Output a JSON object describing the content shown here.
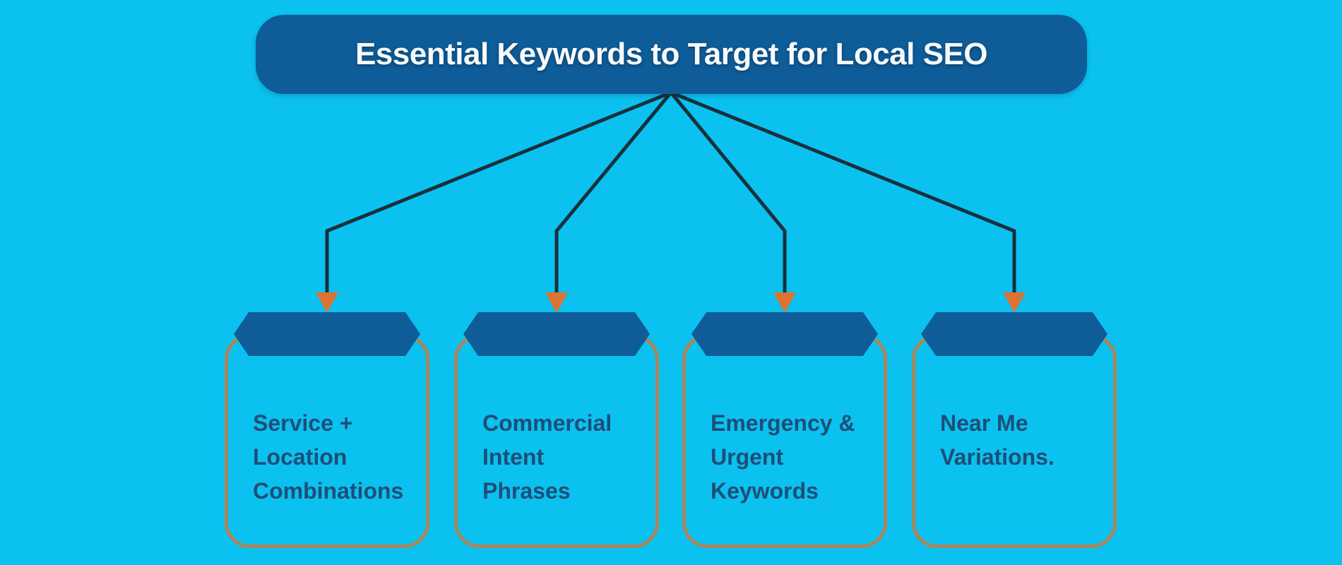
{
  "title": {
    "text": "Essential Keywords to Target for Local SEO"
  },
  "nodes": [
    {
      "id": "service-location-combinations",
      "label": "Service +\nLocation\nCombinations"
    },
    {
      "id": "commercial-intent-phrases",
      "label": "Commercial\nIntent\nPhrases"
    },
    {
      "id": "emergency-urgent-keywords",
      "label": "Emergency &\nUrgent\nKeywords"
    },
    {
      "id": "near-me-variations",
      "label": "Near Me\nVariations."
    }
  ],
  "colors": {
    "background": "#0bc1ef",
    "panel": "#0e5c98",
    "title-text": "#f6fafc",
    "card-border": "#a9855c",
    "card-text": "#1d4e78",
    "connector": "#18303d",
    "arrow": "#dc7330"
  }
}
